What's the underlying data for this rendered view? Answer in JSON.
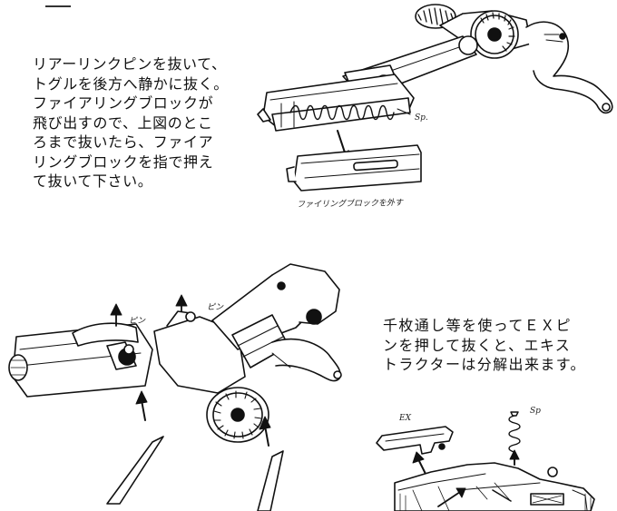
{
  "instructions": {
    "step_one": "リアーリンクピンを抜いて、\nトグルを後方へ静かに抜く。\nファイアリングブロックが\n飛び出すので、上図のとこ\nろまで抜いたら、ファイア\nリングブロックを指で押え\nて抜いて下さい。",
    "step_two": "千枚通し等を使ってＥＸピ\nンを押して抜くと、エキス\nトラクターは分解出来ます。"
  },
  "captions": {
    "firing_block": "ファイリングブロックを外す",
    "spring_top": "Sp.",
    "ex_label": "EX",
    "spring_bottom": "Sp",
    "mid_label_a": "ピン",
    "mid_label_b": "ピン"
  }
}
